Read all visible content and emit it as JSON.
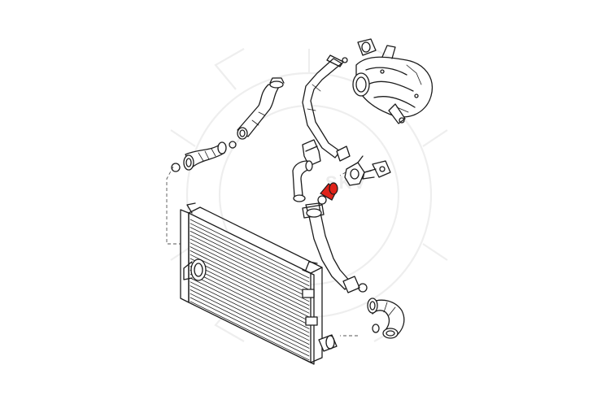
{
  "diagram": {
    "highlight_color": "#e0231a",
    "line_color": "#1c1c1c",
    "watermark_color": "#eeeeee",
    "watermark_text": "SKV",
    "parts": [
      "intercooler",
      "turbocharger",
      "intake-hose-left",
      "upper-intake-pipe",
      "boost-pipe",
      "highlighted-hose",
      "lower-outlet-hose",
      "sensor",
      "o-ring"
    ]
  }
}
